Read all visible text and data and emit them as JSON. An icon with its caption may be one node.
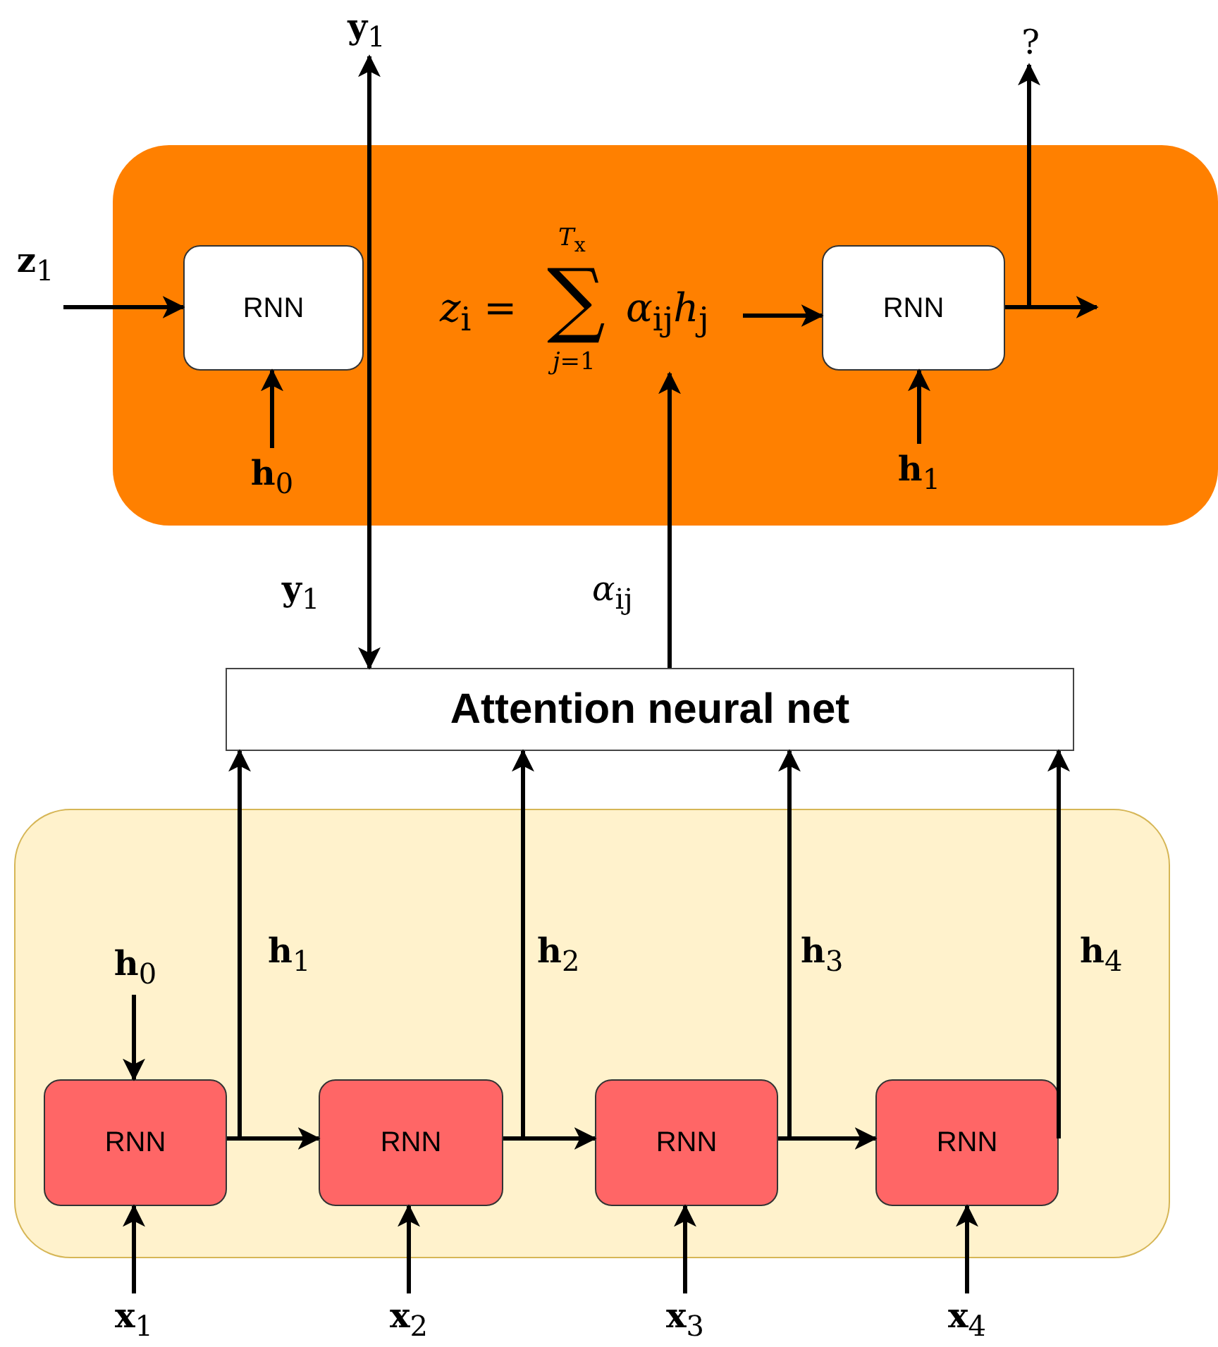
{
  "diagram": {
    "nodes": [
      {
        "text": [],
        "shape": "box"
      },
      {
        "text": [
          "RNN"
        ],
        "in": 0
      },
      {
        "text": [
          "*T*$_{x}$",
          "*z*$_{i}$ =",
          "∑",
          "*α*$_{ij}$*h*$_{j}$",
          "*j*=1"
        ],
        "in": 0
      },
      {
        "text": [
          "RNN"
        ],
        "in": 0
      },
      {
        "text": [
          "**h**$_{0}$"
        ],
        "in": 0
      },
      {
        "text": [
          "**h**$_{1}$"
        ],
        "in": 0
      },
      {
        "text": [
          "**y**$_{1}$"
        ]
      },
      {
        "text": [
          "?"
        ]
      },
      {
        "text": [
          "**z**$_{1}$"
        ]
      },
      {
        "text": [
          "Attention neural net"
        ]
      },
      {
        "text": [],
        "shape": "box"
      },
      {
        "text": [
          "RNN"
        ],
        "in": 10
      },
      {
        "text": [
          "RNN"
        ],
        "in": 10
      },
      {
        "text": [
          "RNN"
        ],
        "in": 10
      },
      {
        "text": [
          "RNN"
        ],
        "in": 10
      },
      {
        "text": [
          "**h**$_{0}$"
        ],
        "in": 10
      },
      {
        "text": [
          "**x**$_{1}$"
        ]
      },
      {
        "text": [
          "**x**$_{2}$"
        ]
      },
      {
        "text": [
          "**x**$_{3}$"
        ]
      },
      {
        "text": [
          "**x**$_{4}$"
        ]
      }
    ],
    "edges": [
      {
        "from": 8,
        "to": 1,
        "arrow": "to"
      },
      {
        "from": 4,
        "to": 1,
        "arrow": "to"
      },
      {
        "from": 9,
        "to": 6,
        "arrow": "both",
        "label": "**y**$_{1}$"
      },
      {
        "from": 9,
        "to": 2,
        "arrow": "to",
        "label": "*α*$_{ij}$"
      },
      {
        "from": 2,
        "to": 3,
        "arrow": "to"
      },
      {
        "from": 5,
        "to": 3,
        "arrow": "to"
      },
      {
        "from": 3,
        "to": null,
        "arrow": "to"
      },
      {
        "from": 3,
        "to": 7,
        "arrow": "to"
      },
      {
        "from": 15,
        "to": 11,
        "arrow": "to"
      },
      {
        "from": 16,
        "to": 11,
        "arrow": "to"
      },
      {
        "from": 17,
        "to": 12,
        "arrow": "to"
      },
      {
        "from": 18,
        "to": 13,
        "arrow": "to"
      },
      {
        "from": 19,
        "to": 14,
        "arrow": "to"
      },
      {
        "from": 11,
        "to": 12,
        "arrow": "to"
      },
      {
        "from": 12,
        "to": 13,
        "arrow": "to"
      },
      {
        "from": 13,
        "to": 14,
        "arrow": "to"
      },
      {
        "from": 11,
        "to": 9,
        "arrow": "to",
        "label": "**h**$_{1}$"
      },
      {
        "from": 12,
        "to": 9,
        "arrow": "to",
        "label": "**h**$_{2}$"
      },
      {
        "from": 13,
        "to": 9,
        "arrow": "to",
        "label": "**h**$_{3}$"
      },
      {
        "from": 14,
        "to": 9,
        "arrow": "to",
        "label": "**h**$_{4}$"
      }
    ]
  }
}
